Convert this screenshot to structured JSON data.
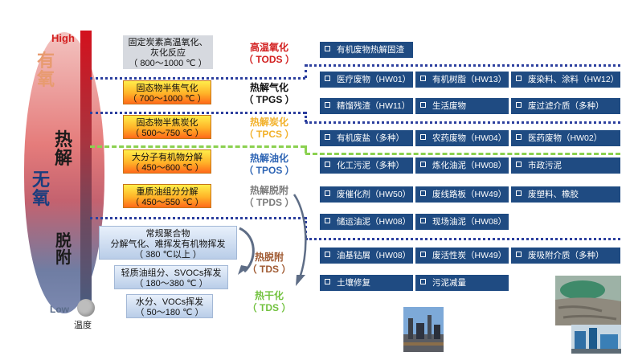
{
  "axis": {
    "high": "High",
    "low": "Low",
    "temperature": "温度",
    "aerobic": "有氧",
    "pyrolysis": "热解",
    "anaerobic": "无氧",
    "desorption": "脱附"
  },
  "processes": [
    {
      "line1": "固定炭素高温氧化、",
      "line2": "灰化反应",
      "line3": "（ 800～1000 ℃ ）",
      "label1": "高温氧化",
      "label2": "（ TODS ）",
      "label_color": "#d21f1f"
    },
    {
      "line1": "固态物半焦气化",
      "line2": "（ 700～1000 ℃ ）",
      "label1": "热解气化",
      "label2": "（ TPGS ）",
      "label_color": "#111111"
    },
    {
      "line1": "固态物半焦炭化",
      "line2": "（ 500～750 ℃ ）",
      "label1": "热解炭化",
      "label2": "（ TPCS ）",
      "label_color": "#f2b12a"
    },
    {
      "line1": "大分子有机物分解",
      "line2": "（ 450～600 ℃ ）",
      "label1": "热解油化",
      "label2": "（ TPOS ）",
      "label_color": "#2d64b4"
    },
    {
      "line1": "重质油组分分解",
      "line2": "（ 450～550 ℃ ）",
      "label1": "热解脱附",
      "label2": "（ TPDS ）",
      "label_color": "#7b7b7b"
    },
    {
      "line1": "常规聚合物",
      "line2": "分解气化、难挥发有机物挥发",
      "line3": "（ 380 ℃以上 ）",
      "label1": "热脱附",
      "label2": "（ TDS ）",
      "label_color": "#a05a32"
    },
    {
      "line1": "轻质油组分、SVOCs挥发",
      "line2": "（ 180～380 ℃ ）"
    },
    {
      "line1": "水分、VOCs挥发",
      "line2": "（ 50～180 ℃ ）",
      "label1": "热干化",
      "label2": "（ TDS ）",
      "label_color": "#72c23f"
    }
  ],
  "waste_items": {
    "row0": [
      "有机废物热解固渣"
    ],
    "row1": [
      "医疗废物（HW01）",
      "有机树脂（HW13）",
      "废染料、涂料（HW12）"
    ],
    "row2": [
      "精馏残渣（HW11）",
      "生活废物",
      "废过滤介质（多种）"
    ],
    "row3": [
      "有机废盐（多种）",
      "农药废物（HW04）",
      "医药废物（HW02）"
    ],
    "row4": [
      "化工污泥（多种）",
      "炼化油泥（HW08）",
      "市政污泥"
    ],
    "row5": [
      "废催化剂（HW50）",
      "废线路板（HW49）",
      "废塑料、橡胶"
    ],
    "row6": [
      "储运油泥（HW08）",
      "现场油泥（HW08）"
    ],
    "row7": [
      "油基钻屑（HW08）",
      "废活性炭（HW49）",
      "废吸附介质（多种）"
    ],
    "row8": [
      "土壤修复",
      "污泥减量"
    ]
  },
  "colors": {
    "item_bg": "#1f4b82",
    "separator_blue": "#2c3f9e",
    "separator_green": "#8bd150"
  },
  "icons": {
    "item_bullet": "hollow-square"
  }
}
